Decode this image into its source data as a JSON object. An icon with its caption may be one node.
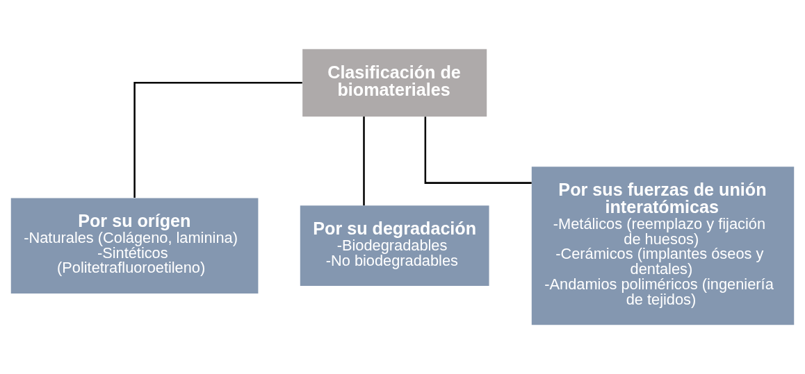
{
  "diagram": {
    "nodes": [
      {
        "text": [
          "Clasificación de biomateriales"
        ]
      },
      {
        "text": [
          "Por su orígen",
          "-Naturales (Colágeno, laminina)",
          "-Sintéticos (Politetrafluoroetileno)"
        ]
      },
      {
        "text": [
          "Por su degradación",
          "-Biodegradables",
          "-No biodegradables"
        ]
      },
      {
        "text": [
          "Por sus fuerzas de unión interatómicas",
          "-Metálicos (reemplazo y fijación de huesos)",
          "-Cerámicos (implantes óseos y dentales)",
          "-Andamios poliméricos (ingeniería de tejidos)"
        ]
      }
    ],
    "edges": [
      {
        "from": 0,
        "to": 1,
        "arrow": "none"
      },
      {
        "from": 0,
        "to": 2,
        "arrow": "none"
      },
      {
        "from": 0,
        "to": 3,
        "arrow": "none"
      }
    ]
  }
}
